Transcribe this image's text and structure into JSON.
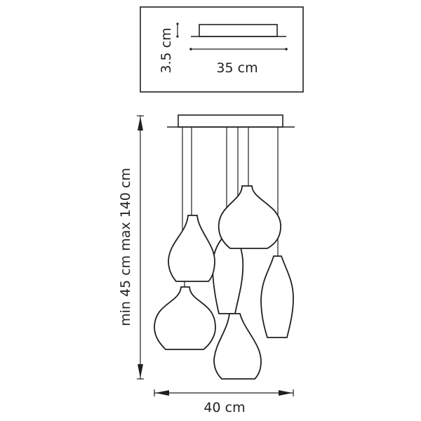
{
  "canopy_inset": {
    "height_label": "3.5 cm",
    "width_label": "35 cm"
  },
  "main_drawing": {
    "height_label": "min 45 cm max 140 cm",
    "width_label": "40 cm",
    "shade_count": 6
  },
  "colors": {
    "line": "#231f20",
    "background": "#ffffff"
  }
}
